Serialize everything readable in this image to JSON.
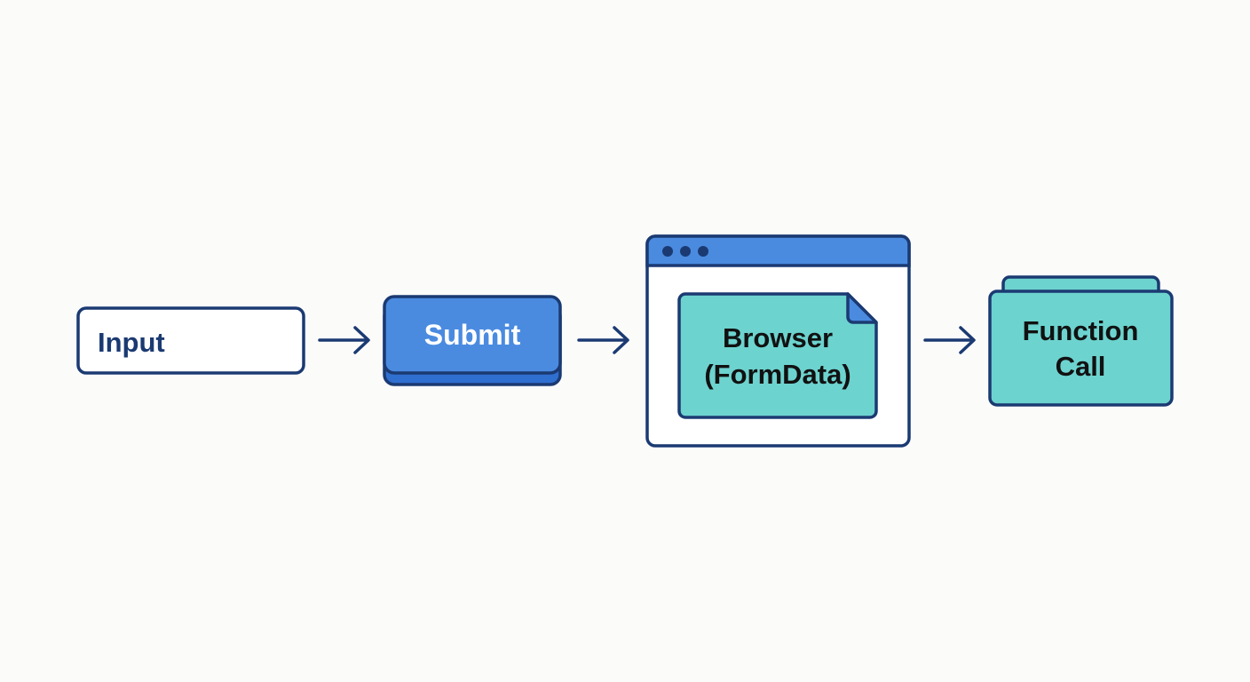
{
  "colors": {
    "outline": "#1b3a72",
    "blue": "#4a8be0",
    "blue_dark": "#2f6fcf",
    "teal": "#6dd3cf",
    "white": "#ffffff",
    "background": "#fbfbfa"
  },
  "nodes": {
    "input": {
      "label": "Input"
    },
    "submit": {
      "label": "Submit"
    },
    "browser": {
      "line1": "Browser",
      "line2": "(FormData)"
    },
    "function_call": {
      "line1": "Function",
      "line2": "Call"
    }
  },
  "icons": {
    "arrow": "arrow-right-icon",
    "window_dots": "window-dots-icon",
    "folded_corner": "folded-corner-icon"
  }
}
